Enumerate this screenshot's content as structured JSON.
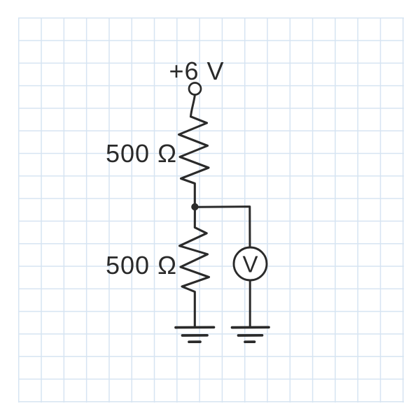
{
  "figure": {
    "type": "circuit-schematic",
    "background_color": "#ffffff",
    "grid_color": "#d6e4f2",
    "ink_color": "#2a2a2a"
  },
  "labels": {
    "supply_voltage": "+6 V",
    "resistor_top_value": "500 Ω",
    "resistor_bottom_value": "500 Ω",
    "voltmeter_letter": "V"
  }
}
